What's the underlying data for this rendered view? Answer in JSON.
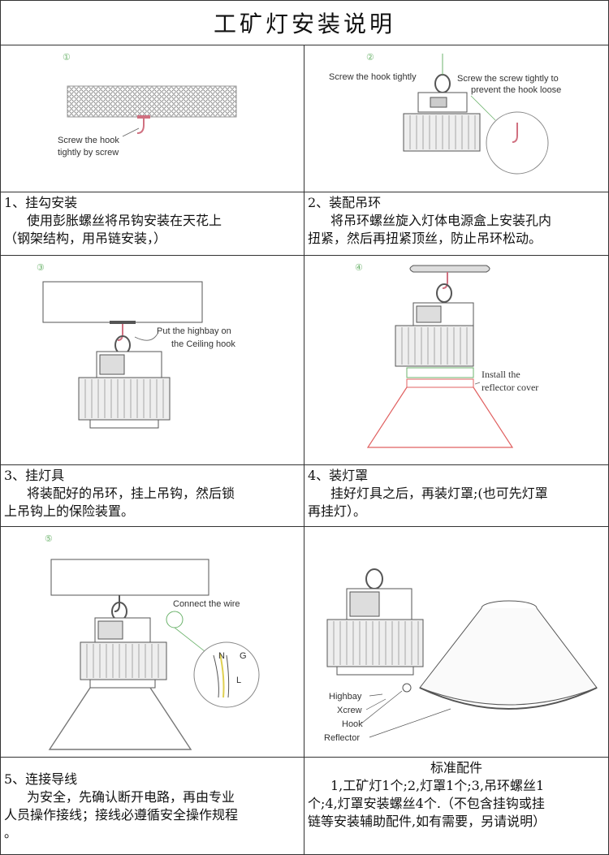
{
  "title": "工矿灯安装说明",
  "steps": [
    {
      "marker": "①",
      "label_lines": [
        "Screw the hook",
        "tightly by screw"
      ],
      "heading": "1、挂勾安装",
      "body_lines": [
        "使用彭胀螺丝将吊钩安装在天花上",
        "（钢架结构，用吊链安装，）"
      ]
    },
    {
      "marker": "②",
      "label_a": "Screw the hook tightly",
      "label_b_lines": [
        "Screw the screw tightly to",
        "prevent the hook loose"
      ],
      "heading": "2、装配吊环",
      "body_lines": [
        "将吊环螺丝旋入灯体电源盒上安装孔内",
        "扭紧，然后再扭紧顶丝，防止吊环松动。"
      ]
    },
    {
      "marker": "③",
      "label_lines": [
        "Put the highbay on",
        "the Ceiling hook"
      ],
      "heading": "3、挂灯具",
      "body_lines": [
        "将装配好的吊环，挂上吊钩，然后锁",
        "上吊钩上的保险装置。"
      ]
    },
    {
      "marker": "④",
      "label_lines": [
        "Install the",
        "reflector cover"
      ],
      "heading": "4、装灯罩",
      "body_lines": [
        "挂好灯具之后，再装灯罩;(也可先灯罩",
        "再挂灯）。"
      ]
    },
    {
      "marker": "⑤",
      "label": "Connect the wire",
      "wire_labels": [
        "N",
        "G",
        "L"
      ],
      "heading": "5、连接导线",
      "body_lines": [
        "为安全，先确认断开电路，再由专业",
        "人员操作接线；接线必遵循安全操作规程",
        "。"
      ]
    }
  ],
  "parts": {
    "labels": [
      "Highbay",
      "Xcrew",
      "Hook",
      "Reflector"
    ],
    "heading": "标准配件",
    "body_lines": [
      "1,工矿灯1个;2,灯罩1个;3,吊环螺丝1",
      "个;4,灯罩安装螺丝4个.（不包含挂钩或挂",
      "链等安装辅助配件,如有需要，另请说明）"
    ]
  },
  "colors": {
    "marker": "#6cb36c",
    "reflector_outline": "#e06060",
    "wire_line": "#6cb36c",
    "hook": "#d07080"
  }
}
